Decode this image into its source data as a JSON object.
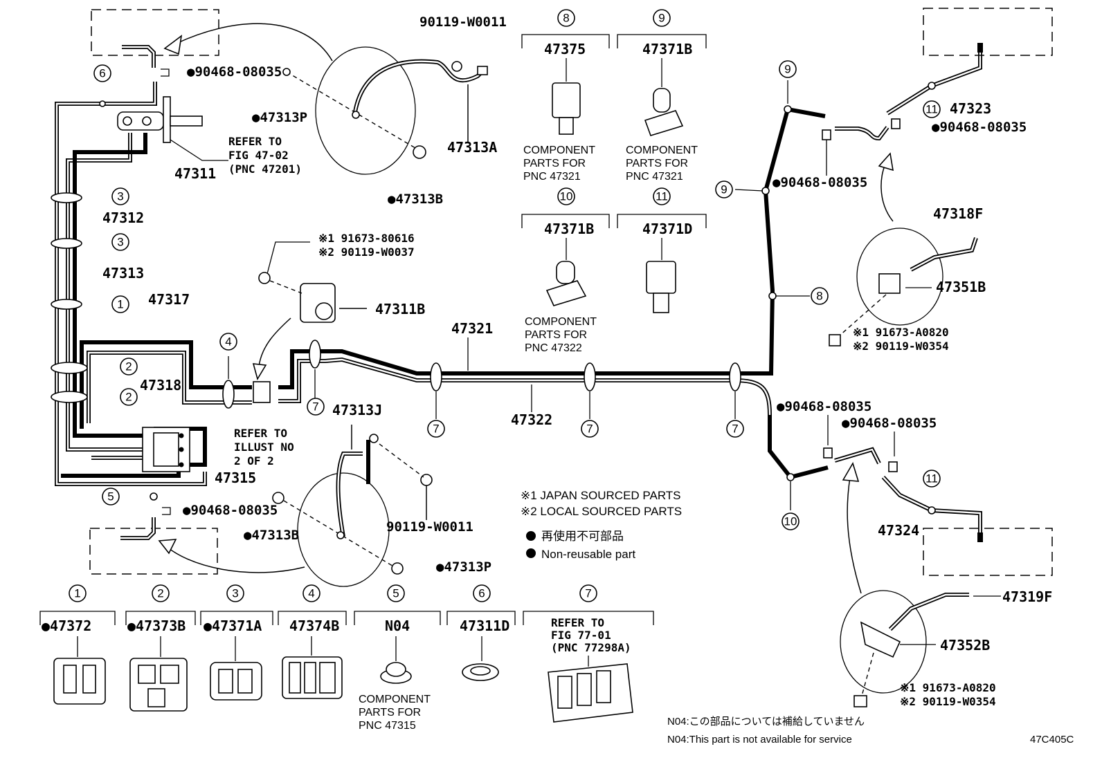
{
  "diagram_id": "47C405C",
  "parts": {
    "p47311": "47311",
    "p47312": "47312",
    "p47313": "47313",
    "p47313a": "47313A",
    "p47313b_top": "●47313B",
    "p47313p_top": "●47313P",
    "p47313b_bot": "●47313B",
    "p47313p_bot": "●47313P",
    "p47313j": "47313J",
    "p47311b": "47311B",
    "p47317": "47317",
    "p47318": "47318",
    "p47315": "47315",
    "p47321": "47321",
    "p47322": "47322",
    "p47323": "47323",
    "p47324": "47324",
    "p47318f": "47318F",
    "p47351b": "47351B",
    "p47319f": "47319F",
    "p47352b": "47352B",
    "w0011_top": "90119-W0011",
    "w0011_bot": "90119-W0011",
    "c08035_a": "●90468-08035",
    "c08035_b": "●90468-08035",
    "c08035_c": "●90468-08035",
    "c08035_d": "●90468-08035",
    "c08035_e": "●90468-08035",
    "c08035_f": "●90468-08035"
  },
  "refs": {
    "fig4702": [
      "REFER TO",
      "FIG 47-02",
      "(PNC 47201)"
    ],
    "illust": [
      "REFER TO",
      "ILLUST NO",
      "2 OF 2"
    ],
    "bolt_mid": [
      "※1 91673-80616",
      "※2 90119-W0037"
    ],
    "bolt_r1": [
      "※1 91673-A0820",
      "※2 90119-W0354"
    ],
    "bolt_r2": [
      "※1 91673-A0820",
      "※2 90119-W0354"
    ]
  },
  "callouts": [
    "1",
    "2",
    "3",
    "4",
    "5",
    "6",
    "7",
    "8",
    "9",
    "10",
    "11"
  ],
  "top_clamps": [
    {
      "num": "8",
      "part": "47375",
      "desc": [
        "COMPONENT",
        "PARTS FOR",
        "PNC 47321"
      ]
    },
    {
      "num": "9",
      "part": "47371B",
      "desc": [
        "COMPONENT",
        "PARTS FOR",
        "PNC 47321"
      ]
    },
    {
      "num": "10",
      "part": "47371B",
      "desc": [
        "COMPONENT",
        "PARTS FOR",
        "PNC 47322"
      ]
    },
    {
      "num": "11",
      "part": "47371D",
      "desc": []
    }
  ],
  "bottom_clamps": [
    {
      "num": "1",
      "part": "●47372"
    },
    {
      "num": "2",
      "part": "●47373B"
    },
    {
      "num": "3",
      "part": "●47371A"
    },
    {
      "num": "4",
      "part": "47374B"
    },
    {
      "num": "5",
      "part": "N04",
      "desc": [
        "COMPONENT",
        "PARTS FOR",
        "PNC 47315"
      ]
    },
    {
      "num": "6",
      "part": "47311D"
    },
    {
      "num": "7",
      "part": "",
      "desc": [
        "REFER TO",
        "FIG 77-01",
        "(PNC 77298A)"
      ]
    }
  ],
  "legend": {
    "japan": "※1 JAPAN SOURCED PARTS",
    "local": "※2 LOCAL SOURCED PARTS",
    "nonreuse_jp": "再使用不可部品",
    "nonreuse_en": "Non-reusable part"
  },
  "footnotes": {
    "jp": "N04:この部品については補給していません",
    "en": "N04:This part is not available for service"
  }
}
